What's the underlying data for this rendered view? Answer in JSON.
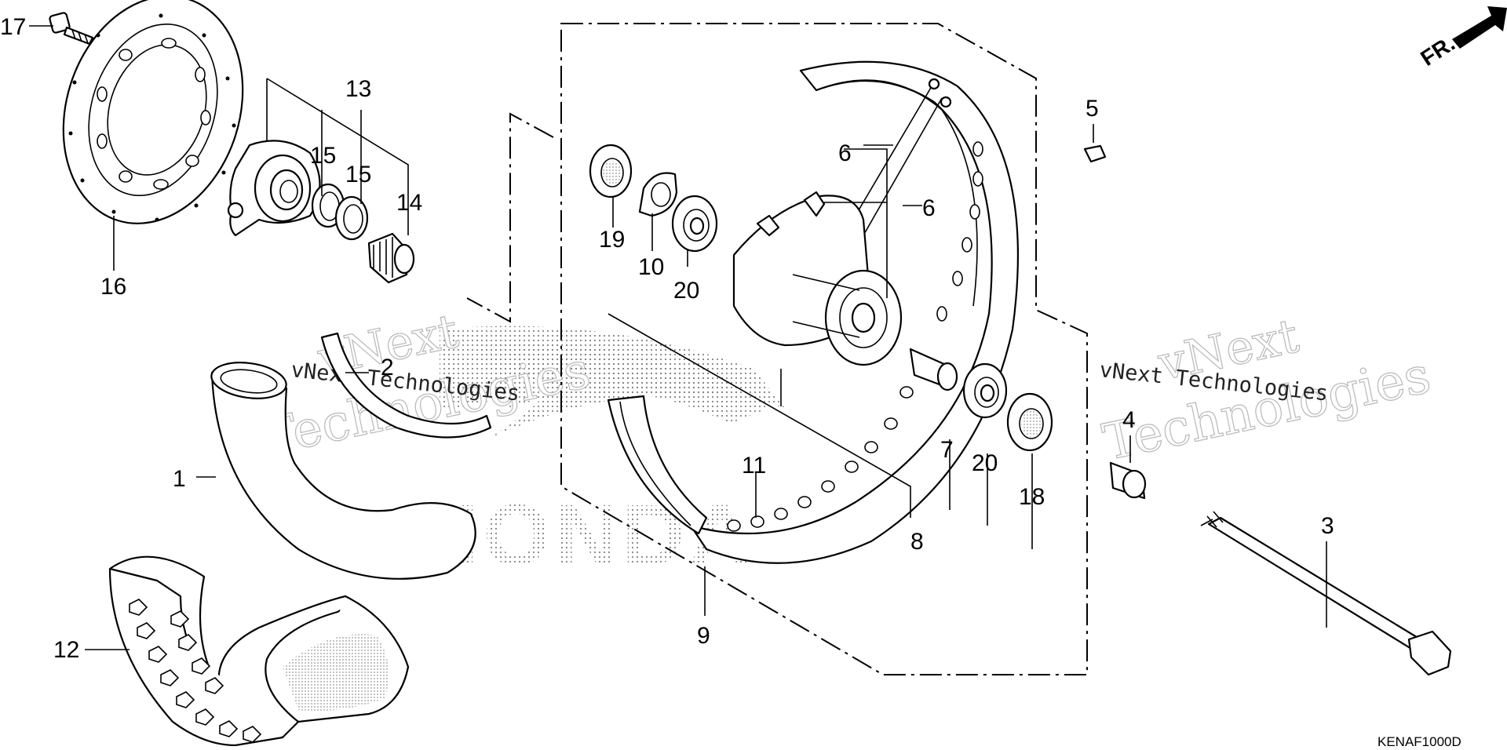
{
  "diagram": {
    "part_callouts": [
      "1",
      "2",
      "3",
      "4",
      "5",
      "6",
      "6",
      "7",
      "8",
      "9",
      "10",
      "11",
      "12",
      "13",
      "14",
      "15",
      "15",
      "16",
      "17",
      "18",
      "19",
      "20",
      "20"
    ],
    "direction_marker": "FR.",
    "drawing_code": "KENAF1000D"
  },
  "watermark": {
    "brand": "HONDA",
    "company_lines": [
      "vNext",
      "Technologies"
    ],
    "company_full": "vNext Technologies"
  }
}
